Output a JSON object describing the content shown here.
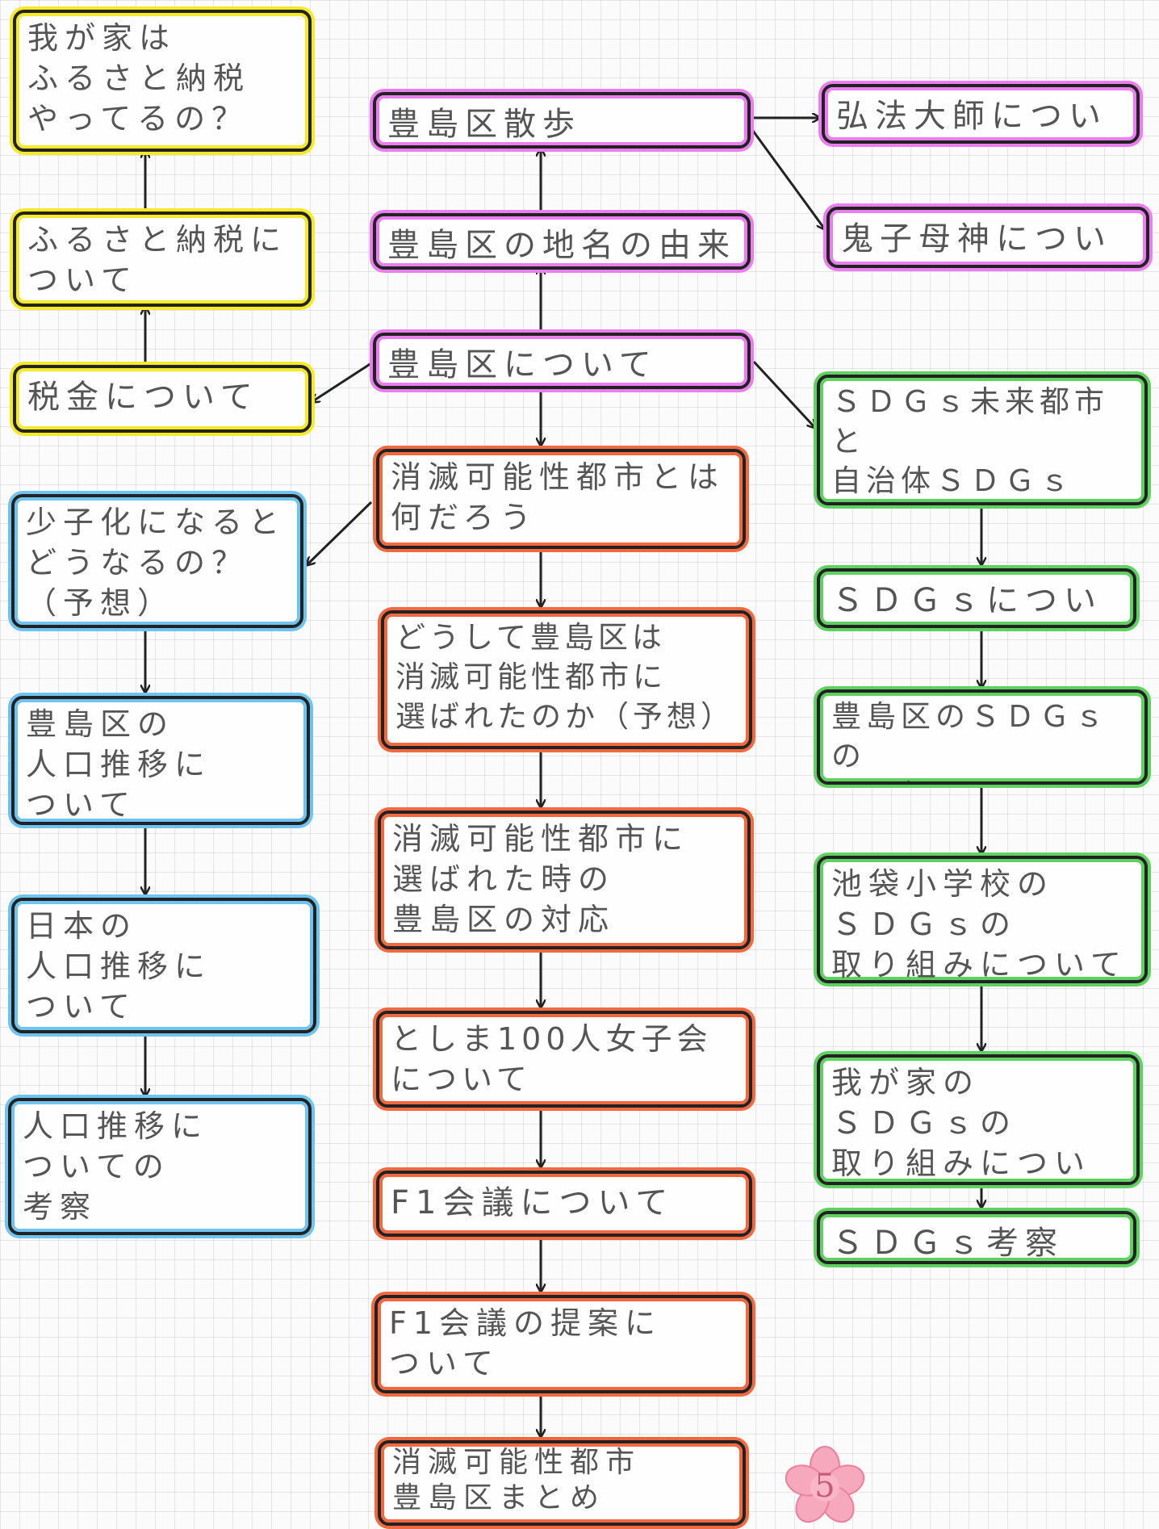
{
  "nodes": {
    "furusato_yaruka": "我が家は\nふるさと納税\nやってるの？",
    "furusato_nozei": "ふるさと納税に\nついて",
    "zeikin": "税金について",
    "toshima_sanpo": "豊島区散歩",
    "chimei_yurai": "豊島区の地名の由来",
    "toshima_ku": "豊島区について",
    "kobo_daishi": "弘法大師について",
    "kishimojin": "鬼子母神について",
    "sdgs_mirai": "ＳＤＧｓ未来都市と\n自治体ＳＤＧｓ\nモデル事業について",
    "sdgs": "ＳＤＧｓについて",
    "toshima_sdgs": "豊島区のＳＤＧｓの\n取り組みについて",
    "ikebukuro_sdgs": "池袋小学校の\nＳＤＧｓの\n取り組みについて",
    "wagaya_sdgs": "我が家の\nＳＤＧｓの\n取り組みについて",
    "sdgs_kousatsu": "ＳＤＧｓ考察",
    "shometsu_towa": "消滅可能性都市とは\n何だろう",
    "doushite": "どうして豊島区は\n消滅可能性都市に\n選ばれたのか（予想）",
    "taiou": "消滅可能性都市に\n選ばれた時の\n豊島区の対応",
    "joshikai": "としま100人女子会\nについて",
    "f1_kaigi": "F1会議について",
    "f1_teian": "F1会議の提案に\nついて",
    "matome": "消滅可能性都市\n豊島区まとめ",
    "shoshika": "少子化になると\nどうなるの？\n（予想）",
    "toshima_jinko": "豊島区の\n人口推移に\nついて",
    "nihon_jinko": "日本の\n人口推移に\nついて",
    "jinko_kousatsu": "人口推移に\nついての\n考察"
  },
  "page_number": "5",
  "colors": {
    "yellow": "#f4ea2a",
    "pink": "#ea7ef0",
    "blue": "#6fc4ef",
    "red": "#f2693f",
    "green": "#5fd160",
    "badge": "#f6a9bd"
  }
}
